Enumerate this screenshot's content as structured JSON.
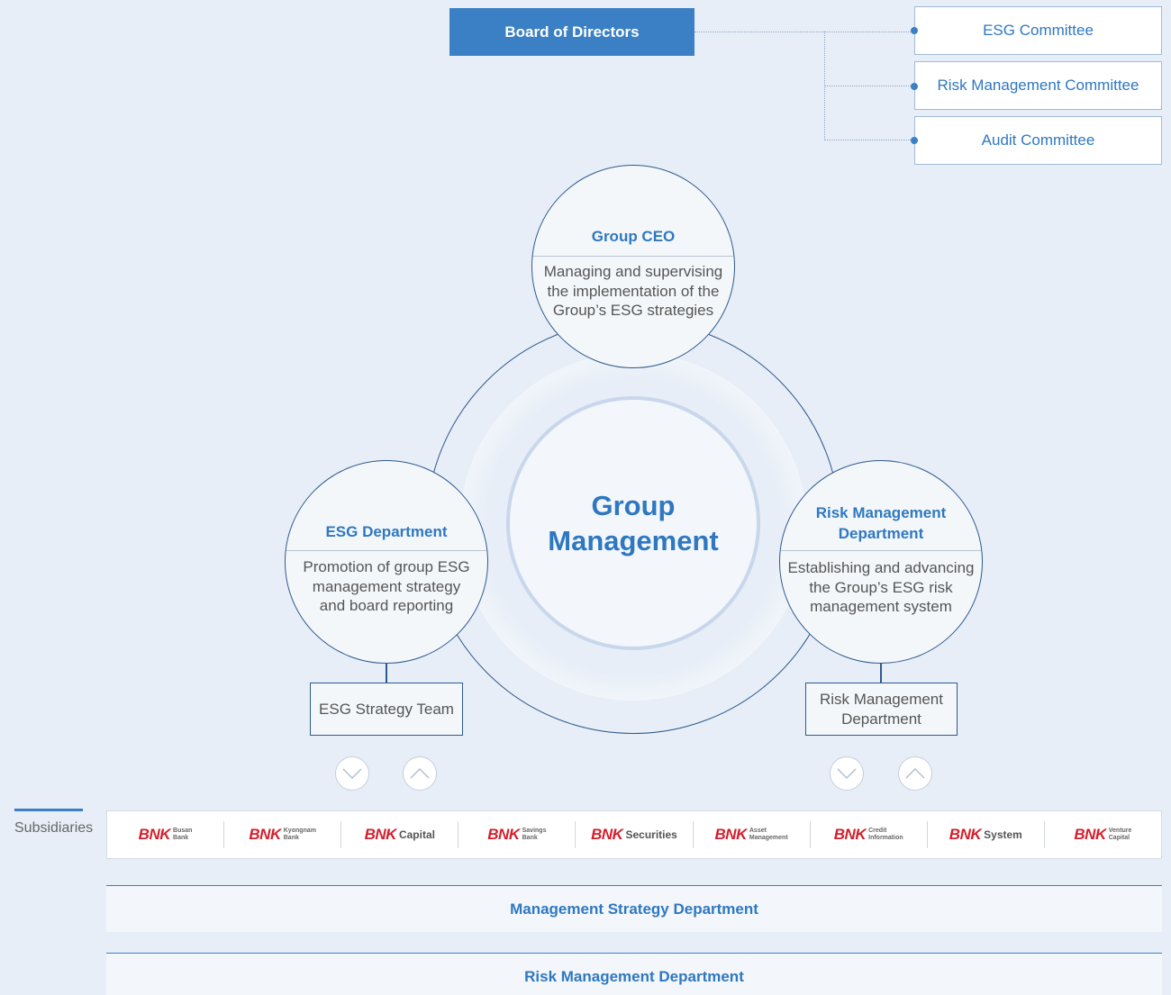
{
  "board": "Board of Directors",
  "committees": [
    "ESG Committee",
    "Risk Management Committee",
    "Audit Committee"
  ],
  "center": {
    "line1": "Group",
    "line2": "Management"
  },
  "ceo": {
    "title": "Group CEO",
    "desc": [
      "Managing and supervising",
      "the implementation of the",
      "Group’s ESG strategies"
    ]
  },
  "esg": {
    "title": "ESG Department",
    "desc": [
      "Promotion of group ESG",
      "management strategy",
      "and board reporting"
    ],
    "team": "ESG Strategy Team"
  },
  "risk": {
    "title": [
      "Risk Management",
      "Department"
    ],
    "desc": [
      "Establishing and advancing",
      "the Group’s ESG risk",
      "management system"
    ],
    "team": [
      "Risk Management",
      "Department"
    ]
  },
  "subsidiaries": {
    "label": "Subsidiaries",
    "items": [
      {
        "brand": "BNK",
        "name": [
          "Busan",
          "Bank"
        ],
        "big": false
      },
      {
        "brand": "BNK",
        "name": [
          "Kyongnam",
          "Bank"
        ],
        "big": false
      },
      {
        "brand": "BNK",
        "name": [
          "Capital"
        ],
        "big": true
      },
      {
        "brand": "BNK",
        "name": [
          "Savings",
          "Bank"
        ],
        "big": false
      },
      {
        "brand": "BNK",
        "name": [
          "Securities"
        ],
        "big": true
      },
      {
        "brand": "BNK",
        "name": [
          "Asset",
          "Management"
        ],
        "big": false
      },
      {
        "brand": "BNK",
        "name": [
          "Credit",
          "Information"
        ],
        "big": false
      },
      {
        "brand": "BNK",
        "name": [
          "System"
        ],
        "big": true
      },
      {
        "brand": "BNK",
        "name": [
          "Venture",
          "Capital"
        ],
        "big": false
      }
    ]
  },
  "departments": [
    "Management Strategy Department",
    "Risk Management Department"
  ],
  "colors": {
    "accent": "#3b7fc4",
    "ring": "#2d5a8f",
    "brand": "#d41f2d",
    "background": "#e8eef7"
  },
  "icons": {
    "collapse": "chevron-down-icon",
    "expand": "chevron-up-icon"
  }
}
